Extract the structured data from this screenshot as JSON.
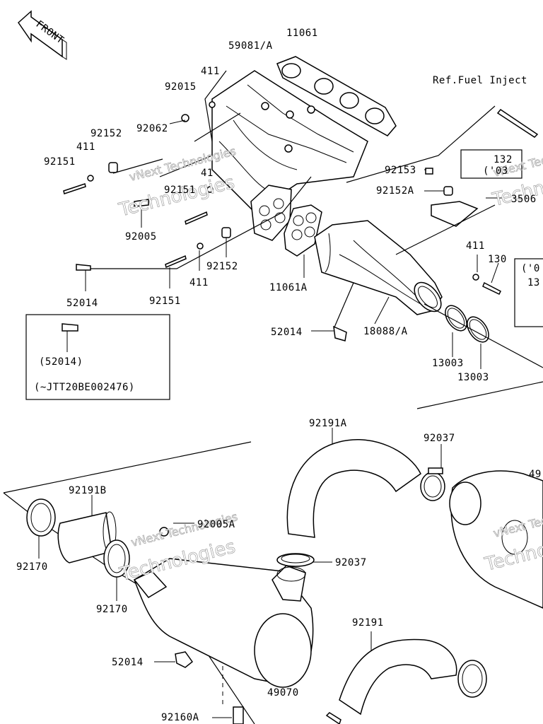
{
  "front_badge": "FRONT",
  "watermark": {
    "line1": "vNext Technologies",
    "line2": "Technologies"
  },
  "ref_note": "Ref.Fuel Inject",
  "labels": {
    "p11061": "11061",
    "p59081a": "59081/A",
    "p411_a": "411",
    "p92015": "92015",
    "p92062": "92062",
    "p92152_a": "92152",
    "p411_b": "411",
    "p92151_a": "92151",
    "p41": "41",
    "p92151_b": "92151",
    "p92005": "92005",
    "p92152_b": "92152",
    "p52014_a": "52014",
    "p92151_c": "92151",
    "p411_c": "411",
    "p11061a": "11061A",
    "p92153": "92153",
    "p132": "132",
    "p03": "('03",
    "p92152a": "92152A",
    "p3506": "3506",
    "p411_d": "411",
    "p130": "130",
    "p0x": "('0",
    "p13x": "13",
    "p52014_b": "52014",
    "p18088a": "18088/A",
    "p13003_a": "13003",
    "p13003_b": "13003",
    "inset_part": "(52014)",
    "inset_serial": "(~JTT20BE002476)",
    "p92191a": "92191A",
    "p92037_a": "92037",
    "p49x": "49",
    "p92191b": "92191B",
    "p92005a": "92005A",
    "p92170_a": "92170",
    "p92037_b": "92037",
    "p92170_b": "92170",
    "p92191": "92191",
    "p52014_c": "52014",
    "p92160a": "92160A",
    "p49070": "49070"
  }
}
